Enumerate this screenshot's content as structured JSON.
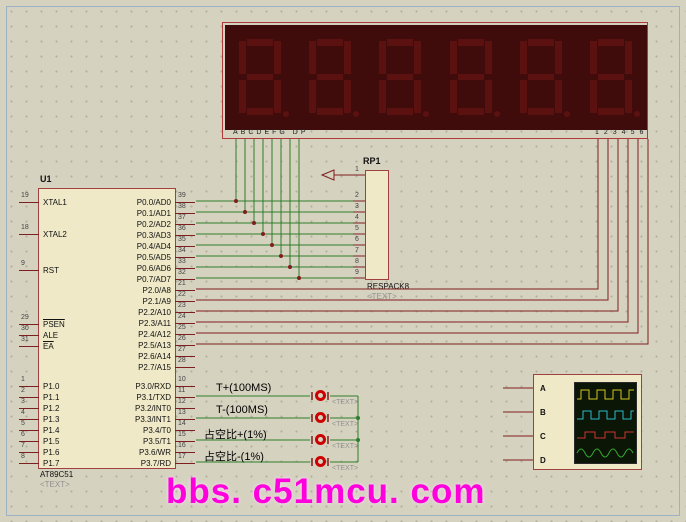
{
  "sheet": {
    "watermark": "bbs. c51mcu. com"
  },
  "display": {
    "segment_pins_label": "ABCDEFG DP",
    "digit_pins_label": "123456"
  },
  "mcu": {
    "ref": "U1",
    "part": "AT89C51",
    "annotation": "<TEXT>",
    "left_pins": [
      {
        "num": "19",
        "name": "XTAL1"
      },
      {
        "num": "18",
        "name": "XTAL2"
      },
      {
        "num": "9",
        "name": "RST"
      },
      {
        "num": "29",
        "name": "PSEN"
      },
      {
        "num": "30",
        "name": "ALE"
      },
      {
        "num": "31",
        "name": "EA"
      },
      {
        "num": "1",
        "name": "P1.0"
      },
      {
        "num": "2",
        "name": "P1.1"
      },
      {
        "num": "3",
        "name": "P1.2"
      },
      {
        "num": "4",
        "name": "P1.3"
      },
      {
        "num": "5",
        "name": "P1.4"
      },
      {
        "num": "6",
        "name": "P1.5"
      },
      {
        "num": "7",
        "name": "P1.6"
      },
      {
        "num": "8",
        "name": "P1.7"
      }
    ],
    "right_pins": [
      {
        "num": "39",
        "name": "P0.0/AD0"
      },
      {
        "num": "38",
        "name": "P0.1/AD1"
      },
      {
        "num": "37",
        "name": "P0.2/AD2"
      },
      {
        "num": "36",
        "name": "P0.3/AD3"
      },
      {
        "num": "35",
        "name": "P0.4/AD4"
      },
      {
        "num": "34",
        "name": "P0.5/AD5"
      },
      {
        "num": "33",
        "name": "P0.6/AD6"
      },
      {
        "num": "32",
        "name": "P0.7/AD7"
      },
      {
        "num": "21",
        "name": "P2.0/A8"
      },
      {
        "num": "22",
        "name": "P2.1/A9"
      },
      {
        "num": "23",
        "name": "P2.2/A10"
      },
      {
        "num": "24",
        "name": "P2.3/A11"
      },
      {
        "num": "25",
        "name": "P2.4/A12"
      },
      {
        "num": "26",
        "name": "P2.5/A13"
      },
      {
        "num": "27",
        "name": "P2.6/A14"
      },
      {
        "num": "28",
        "name": "P2.7/A15"
      },
      {
        "num": "10",
        "name": "P3.0/RXD"
      },
      {
        "num": "11",
        "name": "P3.1/TXD"
      },
      {
        "num": "12",
        "name": "P3.2/INT0"
      },
      {
        "num": "13",
        "name": "P3.3/INT1"
      },
      {
        "num": "14",
        "name": "P3.4/T0"
      },
      {
        "num": "15",
        "name": "P3.5/T1"
      },
      {
        "num": "16",
        "name": "P3.6/WR"
      },
      {
        "num": "17",
        "name": "P3.7/RD"
      }
    ]
  },
  "respack": {
    "ref": "RP1",
    "part": "RESPACK8",
    "annotation": "<TEXT>",
    "pins": [
      "1",
      "2",
      "3",
      "4",
      "5",
      "6",
      "7",
      "8",
      "9"
    ]
  },
  "keys": [
    {
      "label": "T+(100MS)",
      "annotation": "<TEXT>"
    },
    {
      "label": "T-(100MS)",
      "annotation": "<TEXT>"
    },
    {
      "label": "占空比+(1%)",
      "annotation": "<TEXT>"
    },
    {
      "label": "占空比-(1%)",
      "annotation": "<TEXT>"
    }
  ],
  "scope": {
    "inputs": [
      "A",
      "B",
      "C",
      "D"
    ]
  },
  "colors": {
    "wire_green": "#2d7d2d",
    "wire_dark_red": "#7e1e1e",
    "display_background": "#400b0b",
    "segment_off_red": "#5c1111",
    "component_fill": "#efe9c8",
    "component_outline": "#a04040",
    "button_red": "#cc0000",
    "watermark_magenta": "#ff00dd"
  }
}
